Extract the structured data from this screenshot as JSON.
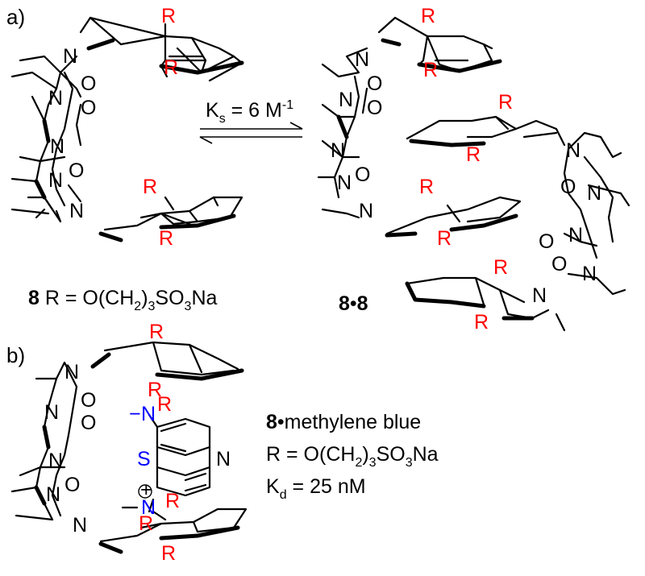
{
  "panel_labels": {
    "a": "a)",
    "b": "b)"
  },
  "equilibrium": {
    "k_label": "K",
    "k_sub": "s",
    "k_value": " = 6 M",
    "k_sup": "-1"
  },
  "compound_8": {
    "number": "8",
    "r_text": " R = O(CH",
    "sub1": "2",
    "mid": ")",
    "sub2": "3",
    "so": "SO",
    "sub3": "3",
    "na": "Na"
  },
  "dimer": {
    "left": "8",
    "dot": "•",
    "right": "8"
  },
  "complex": {
    "line1_num": "8",
    "line1_text": "•methylene blue",
    "line2_text": "R = O(CH",
    "line2_sub1": "2",
    "line2_mid": ")",
    "line2_sub2": "3",
    "line2_so": "SO",
    "line2_sub3": "3",
    "line2_na": "Na",
    "line3_k": "K",
    "line3_sub": "d",
    "line3_val": " = 25 nM"
  },
  "atoms": {
    "R": "R",
    "N": "N",
    "O": "O",
    "S": "S",
    "minus": "−",
    "plus": "+"
  }
}
